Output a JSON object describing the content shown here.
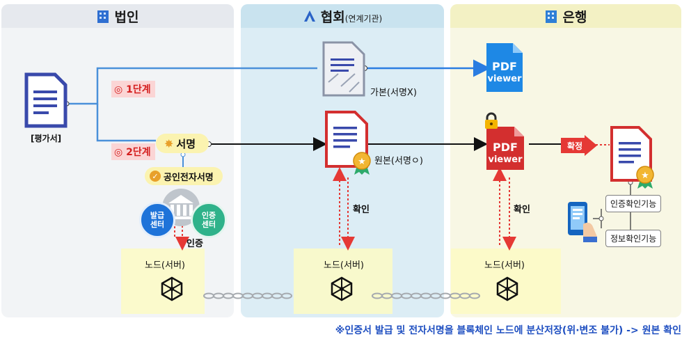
{
  "columns": {
    "corp": {
      "title": "법인"
    },
    "assoc": {
      "title": "협회",
      "subtitle": "(연계기관)"
    },
    "bank": {
      "title": "은행"
    }
  },
  "corp": {
    "document_label": "[평가서]",
    "step1": "◎ 1단계",
    "step2": "◎ 2단계",
    "sign": "서명",
    "public_sign": "공인전자서명",
    "issue_center": "발급\n센터",
    "auth_center": "인증\n센터",
    "auth_label": "인증"
  },
  "assoc": {
    "copy_label": "가본(서명X)",
    "original_label": "원본(서명ㅇ)",
    "verify_label": "확인"
  },
  "bank": {
    "pdf_top": "PDF",
    "pdf_bottom": "viewer",
    "verify_label": "확인",
    "confirm_label": "확정",
    "cert_check": "인증확인기능",
    "info_check": "정보확인기능"
  },
  "nodes": {
    "label": "노드(서버)"
  },
  "footer": {
    "note": "※인증서 발급 및 전자서명을 블록체인 노드에 분산저장(위·변조 불가) -> 원본 확인"
  },
  "colors": {
    "corp_bg": "#eef1f4",
    "assoc_bg": "#d8ecf4",
    "bank_bg": "#f6f5dc",
    "pdf_blue": "#1e88e5",
    "pdf_red": "#d32f2f",
    "accent_red": "#e53935",
    "doc_blue": "#3f51b5"
  }
}
